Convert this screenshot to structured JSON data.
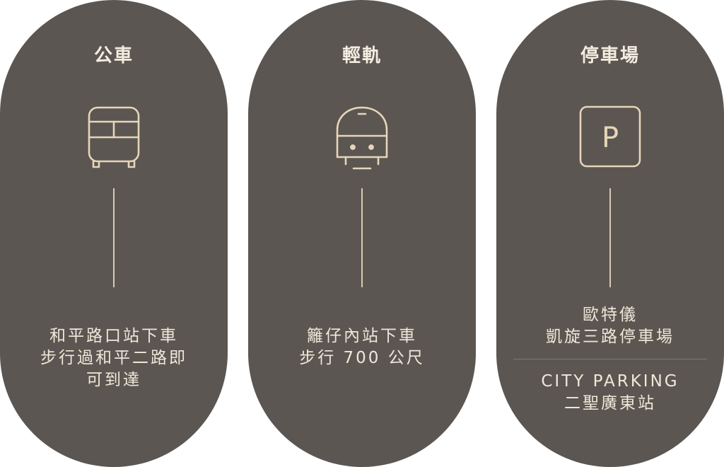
{
  "cards": [
    {
      "title": "公車",
      "icon": "bus-icon",
      "lines": [
        "和平路口站下車",
        "步行過和平二路即",
        "可到達"
      ]
    },
    {
      "title": "輕軌",
      "icon": "light-rail-icon",
      "lines": [
        "籬仔內站下車",
        "步行 700 公尺"
      ]
    },
    {
      "title": "停車場",
      "icon": "parking-icon",
      "icon_letter": "P",
      "lines_a": [
        "歐特儀",
        "凱旋三路停車場"
      ],
      "lines_b": [
        "CITY PARKING",
        "二聖廣東站"
      ]
    }
  ],
  "colors": {
    "card_bg": "#5b5652",
    "text": "#efe7d8",
    "icon_stroke": "#e6d6b8",
    "page_bg": "#ffffff"
  }
}
